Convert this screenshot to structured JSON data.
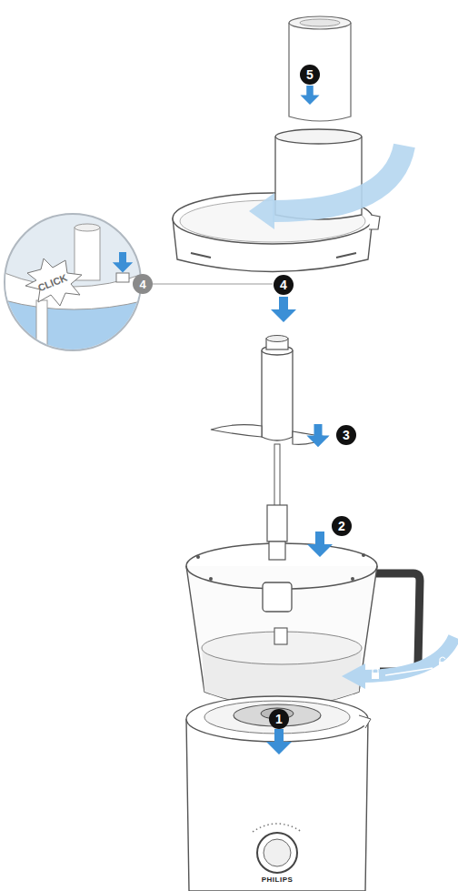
{
  "diagram": {
    "labels": [
      "5",
      "CLICK",
      "4",
      "4",
      "3",
      "2",
      "1",
      "PHILIPS"
    ]
  }
}
